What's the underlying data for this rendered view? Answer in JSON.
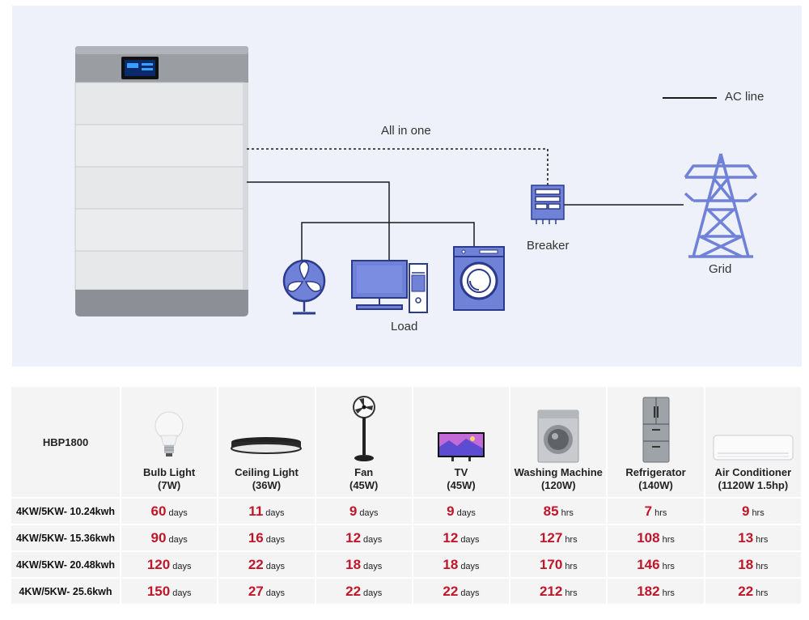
{
  "diagram": {
    "legend_label": "AC line",
    "all_in_one_label": "All in one",
    "breaker_label": "Breaker",
    "grid_label": "Grid",
    "load_label": "Load",
    "colors": {
      "line": "#1a1a1a",
      "icon_fill": "#6f82d8",
      "icon_stroke": "#2c3a8c",
      "background": "#eef1fa"
    },
    "icons": [
      "battery-stack",
      "fan",
      "computer",
      "washing-machine",
      "breaker-meter",
      "transmission-tower"
    ]
  },
  "table": {
    "model": "HBP1800",
    "appliances": [
      {
        "name": "Bulb Light",
        "rating": "(7W)",
        "icon": "bulb"
      },
      {
        "name": "Ceiling Light",
        "rating": "(36W)",
        "icon": "ceiling-light"
      },
      {
        "name": "Fan",
        "rating": "(45W)",
        "icon": "standing-fan"
      },
      {
        "name": "TV",
        "rating": "(45W)",
        "icon": "tv"
      },
      {
        "name": "Washing Machine",
        "rating": "(120W)",
        "icon": "washing-machine"
      },
      {
        "name": "Refrigerator",
        "rating": "(140W)",
        "icon": "refrigerator"
      },
      {
        "name": "Air Conditioner",
        "rating": "(1120W 1.5hp)",
        "icon": "air-conditioner"
      }
    ],
    "rows": [
      {
        "capacity": "4KW/5KW- 10.24kwh",
        "cells": [
          {
            "value": "60",
            "unit": "days"
          },
          {
            "value": "11",
            "unit": "days"
          },
          {
            "value": "9",
            "unit": "days"
          },
          {
            "value": "9",
            "unit": "days"
          },
          {
            "value": "85",
            "unit": "hrs"
          },
          {
            "value": "7",
            "unit": "hrs"
          },
          {
            "value": "9",
            "unit": "hrs"
          }
        ]
      },
      {
        "capacity": "4KW/5KW- 15.36kwh",
        "cells": [
          {
            "value": "90",
            "unit": "days"
          },
          {
            "value": "16",
            "unit": "days"
          },
          {
            "value": "12",
            "unit": "days"
          },
          {
            "value": "12",
            "unit": "days"
          },
          {
            "value": "127",
            "unit": "hrs"
          },
          {
            "value": "108",
            "unit": "hrs"
          },
          {
            "value": "13",
            "unit": "hrs"
          }
        ]
      },
      {
        "capacity": "4KW/5KW- 20.48kwh",
        "cells": [
          {
            "value": "120",
            "unit": "days"
          },
          {
            "value": "22",
            "unit": "days"
          },
          {
            "value": "18",
            "unit": "days"
          },
          {
            "value": "18",
            "unit": "days"
          },
          {
            "value": "170",
            "unit": "hrs"
          },
          {
            "value": "146",
            "unit": "hrs"
          },
          {
            "value": "18",
            "unit": "hrs"
          }
        ]
      },
      {
        "capacity": "4KW/5KW- 25.6kwh",
        "cells": [
          {
            "value": "150",
            "unit": "days"
          },
          {
            "value": "27",
            "unit": "days"
          },
          {
            "value": "22",
            "unit": "days"
          },
          {
            "value": "22",
            "unit": "days"
          },
          {
            "value": "212",
            "unit": "hrs"
          },
          {
            "value": "182",
            "unit": "hrs"
          },
          {
            "value": "22",
            "unit": "hrs"
          }
        ]
      }
    ]
  }
}
